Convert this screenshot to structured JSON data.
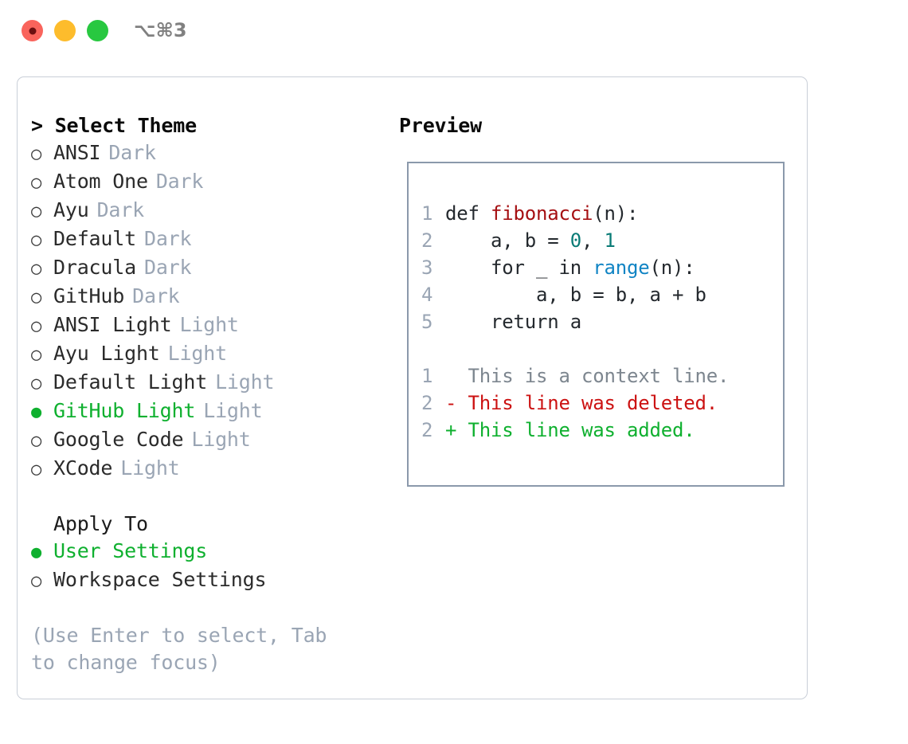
{
  "titlebar": {
    "dots": [
      "close-dot",
      "minimize-dot",
      "maximize-dot"
    ],
    "shortcut": "⌥⌘3"
  },
  "theme_list": {
    "header": "> Select Theme",
    "items": [
      {
        "bullet": "○",
        "label": "ANSI",
        "tag": "Dark",
        "selected": false
      },
      {
        "bullet": "○",
        "label": "Atom One",
        "tag": "Dark",
        "selected": false
      },
      {
        "bullet": "○",
        "label": "Ayu",
        "tag": "Dark",
        "selected": false
      },
      {
        "bullet": "○",
        "label": "Default",
        "tag": "Dark",
        "selected": false
      },
      {
        "bullet": "○",
        "label": "Dracula",
        "tag": "Dark",
        "selected": false
      },
      {
        "bullet": "○",
        "label": "GitHub",
        "tag": "Dark",
        "selected": false
      },
      {
        "bullet": "○",
        "label": "ANSI Light",
        "tag": "Light",
        "selected": false
      },
      {
        "bullet": "○",
        "label": "Ayu Light",
        "tag": "Light",
        "selected": false
      },
      {
        "bullet": "○",
        "label": "Default Light",
        "tag": "Light",
        "selected": false
      },
      {
        "bullet": "●",
        "label": "GitHub Light",
        "tag": "Light",
        "selected": true
      },
      {
        "bullet": "○",
        "label": "Google Code",
        "tag": "Light",
        "selected": false
      },
      {
        "bullet": "○",
        "label": "XCode",
        "tag": "Light",
        "selected": false
      }
    ]
  },
  "apply_to": {
    "header": "Apply To",
    "items": [
      {
        "bullet": "●",
        "label": "User Settings",
        "selected": true
      },
      {
        "bullet": "○",
        "label": "Workspace Settings",
        "selected": false
      }
    ]
  },
  "hint": "(Use Enter to select, Tab to change focus)",
  "preview": {
    "header": "Preview",
    "code_lines": [
      {
        "num": "1",
        "parts": [
          {
            "t": "def ",
            "c": "tok-def"
          },
          {
            "t": "fibonacci",
            "c": "tok-fn"
          },
          {
            "t": "(n):",
            "c": "tok-plain"
          }
        ]
      },
      {
        "num": "2",
        "parts": [
          {
            "t": "    a, b = ",
            "c": "tok-plain"
          },
          {
            "t": "0",
            "c": "tok-num"
          },
          {
            "t": ", ",
            "c": "tok-plain"
          },
          {
            "t": "1",
            "c": "tok-num"
          }
        ]
      },
      {
        "num": "3",
        "parts": [
          {
            "t": "    for _ in ",
            "c": "tok-plain"
          },
          {
            "t": "range",
            "c": "tok-call"
          },
          {
            "t": "(n):",
            "c": "tok-plain"
          }
        ]
      },
      {
        "num": "4",
        "parts": [
          {
            "t": "        a, b = b, a + b",
            "c": "tok-plain"
          }
        ]
      },
      {
        "num": "5",
        "parts": [
          {
            "t": "    return a",
            "c": "tok-plain"
          }
        ]
      }
    ],
    "diff_lines": [
      {
        "num": "1",
        "marker": "  ",
        "text": "This is a context line.",
        "kind": "diff-ctx"
      },
      {
        "num": "2",
        "marker": "- ",
        "text": "This line was deleted.",
        "kind": "diff-del"
      },
      {
        "num": "2",
        "marker": "+ ",
        "text": "This line was added.",
        "kind": "diff-add"
      }
    ]
  },
  "colors": {
    "accent_green": "#0fb02f",
    "muted": "#9aa5b4",
    "panel_border": "#c9cfd8",
    "code_border": "#8b99ab",
    "diff_delete": "#cc1212",
    "diff_add": "#0fb02f",
    "fn_name": "#a50f12",
    "number": "#0a7b76",
    "call": "#1184c4",
    "dot_red": "#f9645c",
    "dot_yellow": "#fdbc2c",
    "dot_green": "#28c840"
  }
}
